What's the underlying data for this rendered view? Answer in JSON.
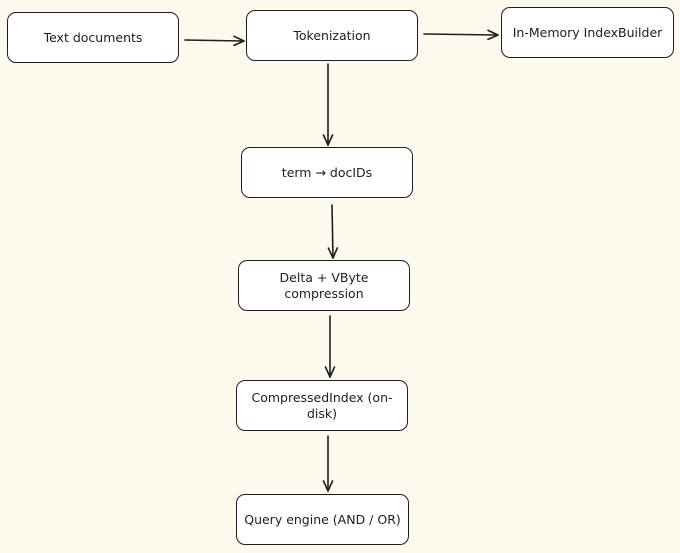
{
  "diagram": {
    "nodes": [
      {
        "id": "text-documents",
        "label": "Text documents"
      },
      {
        "id": "tokenization",
        "label": "Tokenization"
      },
      {
        "id": "in-memory-index-builder",
        "label": "In-Memory IndexBuilder"
      },
      {
        "id": "term-docids",
        "label": "term → docIDs"
      },
      {
        "id": "delta-vbyte",
        "label": "Delta + VByte\ncompression"
      },
      {
        "id": "compressed-index",
        "label": "CompressedIndex (on-\ndisk)"
      },
      {
        "id": "query-engine",
        "label": "Query engine (AND / OR)"
      }
    ],
    "edges": [
      {
        "from": "text-documents",
        "to": "tokenization"
      },
      {
        "from": "tokenization",
        "to": "in-memory-index-builder"
      },
      {
        "from": "tokenization",
        "to": "term-docids"
      },
      {
        "from": "term-docids",
        "to": "delta-vbyte"
      },
      {
        "from": "delta-vbyte",
        "to": "compressed-index"
      },
      {
        "from": "compressed-index",
        "to": "query-engine"
      }
    ],
    "colors": {
      "background": "#fdf9ec",
      "node_fill": "#ffffff",
      "stroke": "#1e1e1e"
    }
  }
}
